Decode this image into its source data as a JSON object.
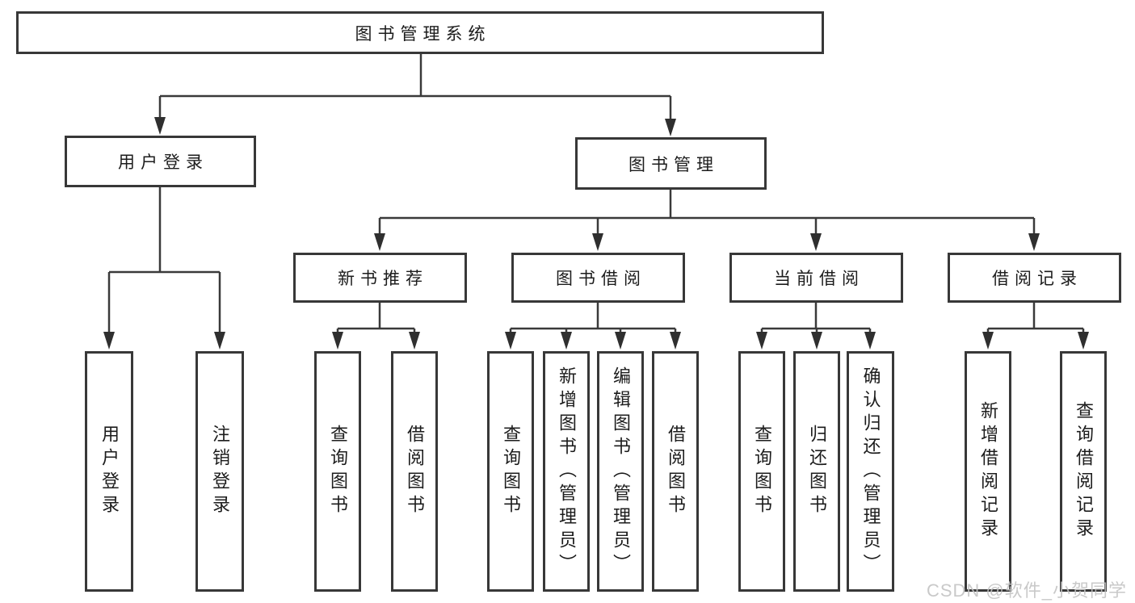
{
  "tree": {
    "root": {
      "label": "图书管理系统",
      "children": [
        {
          "label": "用户登录",
          "children": [
            {
              "label": "用户登录"
            },
            {
              "label": "注销登录"
            }
          ]
        },
        {
          "label": "图书管理",
          "children": [
            {
              "label": "新书推荐",
              "children": [
                {
                  "label": "查询图书"
                },
                {
                  "label": "借阅图书"
                }
              ]
            },
            {
              "label": "图书借阅",
              "children": [
                {
                  "label": "查询图书"
                },
                {
                  "label": "新增图书（管理员）"
                },
                {
                  "label": "编辑图书（管理员）"
                },
                {
                  "label": "借阅图书"
                }
              ]
            },
            {
              "label": "当前借阅",
              "children": [
                {
                  "label": "查询图书"
                },
                {
                  "label": "归还图书"
                },
                {
                  "label": "确认归还（管理员）"
                }
              ]
            },
            {
              "label": "借阅记录",
              "children": [
                {
                  "label": "新增借阅记录"
                },
                {
                  "label": "查询借阅记录"
                }
              ]
            }
          ]
        }
      ]
    }
  },
  "watermark": "CSDN @软件_小贺同学",
  "colors": {
    "background": "#ffffff",
    "box_fill": "#ffffff",
    "box_border": "#383838",
    "line": "#3a3a3a",
    "arrow": "#2f2f2f",
    "text": "#1c1c1c",
    "watermark": "#c2c2c2"
  }
}
